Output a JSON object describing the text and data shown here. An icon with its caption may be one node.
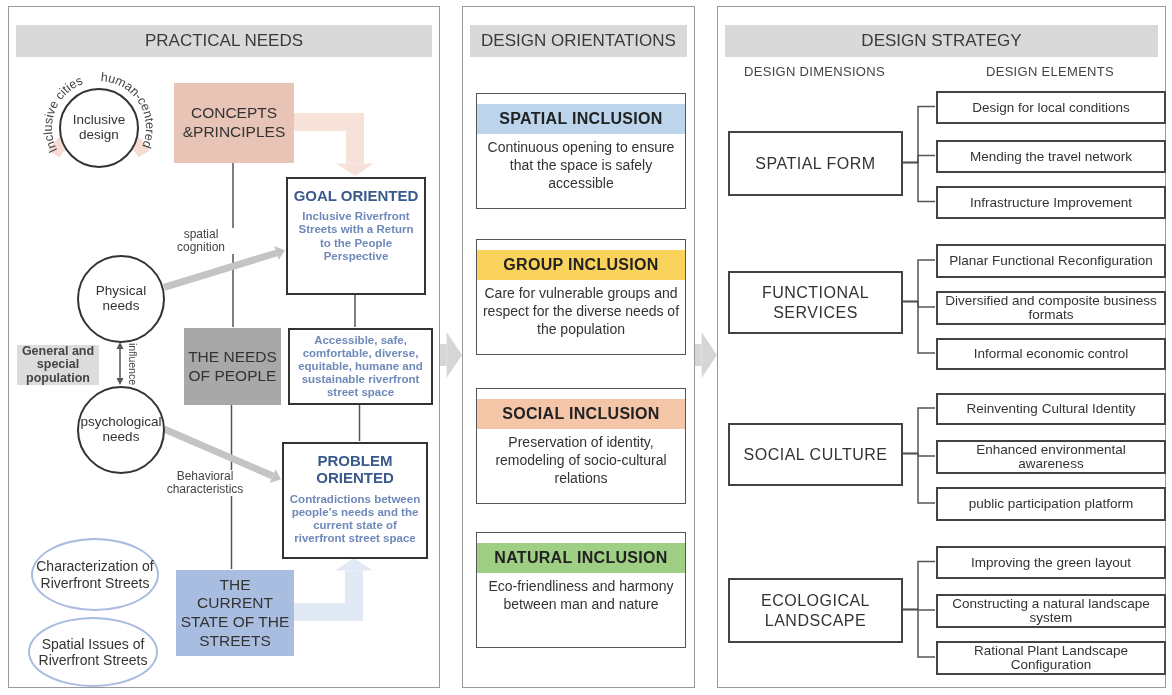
{
  "diagram": {
    "nodes": [
      {
        "text": [
          "PRACTICAL NEEDS"
        ]
      },
      {
        "text": [
          "DESIGN ORIENTATIONS"
        ]
      },
      {
        "text": [
          "DESIGN STRATEGY"
        ]
      },
      {
        "text": [
          "Inclusive design",
          "Inclusive cities",
          "human-centered"
        ],
        "in": 0
      },
      {
        "text": [
          "CONCEPTS &PRINCIPLES"
        ],
        "in": 0
      },
      {
        "text": [
          "GOAL ORIENTED",
          "Inclusive Riverfront Streets with a Return to the People Perspective"
        ],
        "in": 0
      },
      {
        "text": [
          "Physical needs"
        ],
        "in": 0
      },
      {
        "text": [
          "General and special population"
        ],
        "in": 0
      },
      {
        "text": [
          "THE NEEDS OF PEOPLE"
        ],
        "in": 0
      },
      {
        "text": [
          "Accessible, safe, comfortable, diverse, equitable, humane and sustainable riverfront street space"
        ],
        "in": 0
      },
      {
        "text": [
          "psychological needs"
        ],
        "in": 0
      },
      {
        "text": [
          "PROBLEM ORIENTED",
          "Contradictions between people's needs and the current state of riverfront street space"
        ],
        "in": 0
      },
      {
        "text": [
          "Characterization of Riverfront Streets"
        ],
        "in": 0
      },
      {
        "text": [
          "Spatial Issues of Riverfront Streets"
        ],
        "in": 0
      },
      {
        "text": [
          "THE CURRENT STATE OF THE STREETS"
        ],
        "in": 0
      },
      {
        "text": [
          "SPATIAL INCLUSION",
          "Continuous opening to ensure that the space is safely accessible"
        ],
        "in": 1
      },
      {
        "text": [
          "GROUP INCLUSION",
          "Care for vulnerable groups and respect for the diverse needs of the population"
        ],
        "in": 1
      },
      {
        "text": [
          "SOCIAL INCLUSION",
          "Preservation of identity, remodeling of socio-cultural relations"
        ],
        "in": 1
      },
      {
        "text": [
          "NATURAL INCLUSION",
          "Eco-friendliness and harmony between man and nature"
        ],
        "in": 1
      },
      {
        "text": [
          "SPATIAL FORM"
        ],
        "in": 2
      },
      {
        "text": [
          "Design for local conditions"
        ],
        "in": 2
      },
      {
        "text": [
          "Mending the travel network"
        ],
        "in": 2
      },
      {
        "text": [
          "Infrastructure Improvement"
        ],
        "in": 2
      },
      {
        "text": [
          "FUNCTIONAL SERVICES"
        ],
        "in": 2
      },
      {
        "text": [
          "Planar Functional Reconfiguration"
        ],
        "in": 2
      },
      {
        "text": [
          "Diversified and composite business formats"
        ],
        "in": 2
      },
      {
        "text": [
          "Informal economic control"
        ],
        "in": 2
      },
      {
        "text": [
          "SOCIAL CULTURE"
        ],
        "in": 2
      },
      {
        "text": [
          "Reinventing Cultural Identity"
        ],
        "in": 2
      },
      {
        "text": [
          "Enhanced environmental awareness"
        ],
        "in": 2
      },
      {
        "text": [
          "public participation platform"
        ],
        "in": 2
      },
      {
        "text": [
          "ECOLOGICAL LANDSCAPE"
        ],
        "in": 2
      },
      {
        "text": [
          "Improving the green layout"
        ],
        "in": 2
      },
      {
        "text": [
          "Constructing a natural landscape system"
        ],
        "in": 2
      },
      {
        "text": [
          "Rational Plant Landscape Configuration"
        ],
        "in": 2
      }
    ],
    "edges": [
      {
        "from": 4,
        "to": 8,
        "arrow": "none"
      },
      {
        "from": 8,
        "to": 14,
        "arrow": "none"
      },
      {
        "from": 5,
        "to": 9,
        "arrow": "none"
      },
      {
        "from": 9,
        "to": 11,
        "arrow": "none"
      },
      {
        "from": 6,
        "to": 5,
        "arrow": "to",
        "label": "spatial cognition",
        "style": "thick",
        "color": "#c4c4c4"
      },
      {
        "from": 10,
        "to": 11,
        "arrow": "to",
        "label": "Behavioral characteristics",
        "style": "thick",
        "color": "#c4c4c4"
      },
      {
        "from": 6,
        "to": 10,
        "arrow": "both",
        "label": "influence"
      },
      {
        "from": 4,
        "to": 5,
        "arrow": "to",
        "style": "thick",
        "color": "#f7e2d9"
      },
      {
        "from": 14,
        "to": 11,
        "arrow": "to",
        "style": "thick",
        "color": "#e1e9f5"
      },
      {
        "from": 0,
        "to": 1,
        "arrow": "to",
        "style": "thick",
        "color": "#d6d6d6"
      },
      {
        "from": 1,
        "to": 2,
        "arrow": "to",
        "style": "thick",
        "color": "#d6d6d6"
      },
      {
        "from": 19,
        "to": 20,
        "arrow": "none"
      },
      {
        "from": 19,
        "to": 21,
        "arrow": "none"
      },
      {
        "from": 19,
        "to": 22,
        "arrow": "none"
      },
      {
        "from": 23,
        "to": 24,
        "arrow": "none"
      },
      {
        "from": 23,
        "to": 25,
        "arrow": "none"
      },
      {
        "from": 23,
        "to": 26,
        "arrow": "none"
      },
      {
        "from": 27,
        "to": 28,
        "arrow": "none"
      },
      {
        "from": 27,
        "to": 29,
        "arrow": "none"
      },
      {
        "from": 27,
        "to": 30,
        "arrow": "none"
      },
      {
        "from": 31,
        "to": 32,
        "arrow": "none"
      },
      {
        "from": 31,
        "to": 33,
        "arrow": "none"
      },
      {
        "from": 31,
        "to": 34,
        "arrow": "none"
      }
    ],
    "labels": [
      "DESIGN DIMENSIONS",
      "DESIGN ELEMENTS"
    ]
  }
}
